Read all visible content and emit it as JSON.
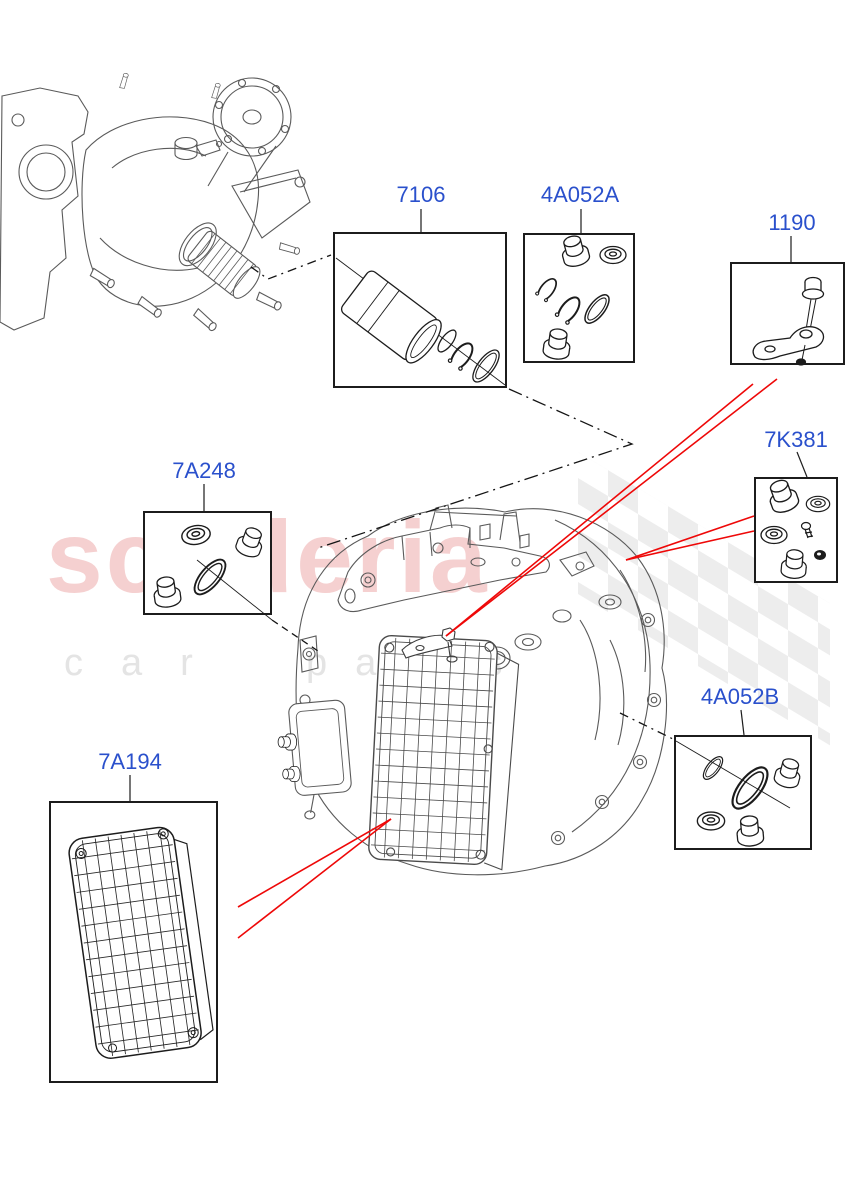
{
  "diagram": {
    "title_hint": "automatic transaxle external components parts diagram",
    "callouts": [
      {
        "id": "7106",
        "label": "7106"
      },
      {
        "id": "4A052A",
        "label": "4A052A"
      },
      {
        "id": "1190",
        "label": "1190"
      },
      {
        "id": "7K381",
        "label": "7K381"
      },
      {
        "id": "7A248",
        "label": "7A248"
      },
      {
        "id": "4A052B",
        "label": "4A052B"
      },
      {
        "id": "7A194",
        "label": "7A194"
      }
    ],
    "colors": {
      "label_blue": "#2a50cc",
      "pointer_red": "#ee0808",
      "leader_black": "#1c1c1c",
      "drawing_gray": "#5a5a5a",
      "watermark_pink": "#f5d0d0",
      "watermark_gray": "#e4e4e4",
      "checker_gray": "#ececec"
    },
    "watermark": {
      "brand": "scuderia",
      "tagline_word1": "car",
      "tagline_word2": "parts"
    },
    "drawings": [
      "power-take-off-unit-drawing",
      "transaxle-assembly-drawing",
      "piston-and-seal-kit-7106",
      "plug-and-seal-kit-4A052A",
      "lever-and-bolt-1190",
      "plug-kit-7K381",
      "plug-and-seal-kit-7A248",
      "seal-kit-4A052B",
      "valve-body-cover-7A194"
    ]
  }
}
